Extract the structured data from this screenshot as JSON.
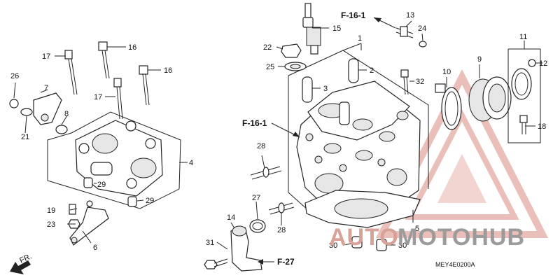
{
  "diagram": {
    "colors": {
      "line": "#222222",
      "watermark_red": "#d9a299",
      "watermark_gray": "#9b9b9b"
    },
    "callouts": {
      "p1": "1",
      "p2": "2",
      "p3": "3",
      "p4": "4",
      "p5": "5",
      "p6": "6",
      "p7": "7",
      "p8": "8",
      "p9": "9",
      "p10": "10",
      "p11": "11",
      "p12": "12",
      "p13": "13",
      "p14": "14",
      "p15": "15",
      "p16a": "16",
      "p16b": "16",
      "p17a": "17",
      "p17b": "17",
      "p18": "18",
      "p19": "19",
      "p21": "21",
      "p22": "22",
      "p23": "23",
      "p24": "24",
      "p25": "25",
      "p26": "26",
      "p27": "27",
      "p28a": "28",
      "p28b": "28",
      "p29a": "29",
      "p29b": "29",
      "p30a": "30",
      "p30b": "30",
      "p31": "31",
      "p32": "32"
    },
    "refs": {
      "f16_top": "F-16-1",
      "f16_side": "F-16-1",
      "f27": "F-27"
    },
    "fr_label": "FR.",
    "diagram_code": "MEY4E0200A",
    "watermark": {
      "part_a": "AUTO",
      "part_b": "MOTOHUB"
    }
  }
}
